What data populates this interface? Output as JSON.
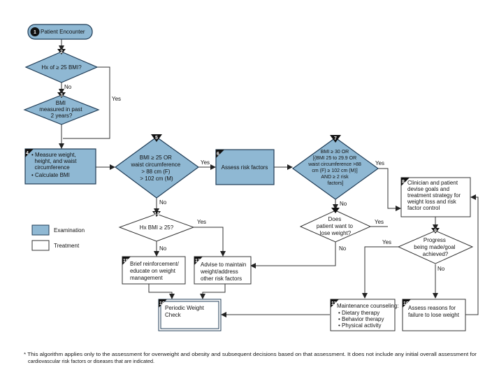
{
  "colors": {
    "exam_fill": "#8fb8d3",
    "exam_stroke": "#1f3b55",
    "line": "#333333",
    "badge": "#111111"
  },
  "nodes": {
    "n1": {
      "num": "1",
      "lines": [
        "Patient Encounter"
      ]
    },
    "n2": {
      "num": "2",
      "lines": [
        "Hx of  ≥ 25 BMI?"
      ]
    },
    "n3": {
      "num": "3",
      "lines": [
        "BMI",
        "measured in past",
        "2 years?"
      ]
    },
    "n4": {
      "num": "4",
      "lines": [
        "• Measure weight,",
        "  height, and waist",
        "  circumference",
        "• Calculate BMI"
      ]
    },
    "n5": {
      "num": "5",
      "lines": [
        "BMI ≥ 25 OR",
        "waist circumference",
        "> 88 cm (F)",
        "> 102 cm (M)"
      ]
    },
    "n6": {
      "num": "6",
      "lines": [
        "Assess risk factors"
      ]
    },
    "n7": {
      "num": "7",
      "lines": [
        "BMI ≥ 30 OR",
        "[(BMI 25 to 29.9 OR",
        "waist circumference >88",
        "cm (F) ≥ 102 cm (M)]",
        "AND ≥ 2 risk",
        "factors]"
      ]
    },
    "n7b": {
      "num": "",
      "lines": [
        "Does",
        "patient want to",
        "lose weight?"
      ]
    },
    "n8": {
      "num": "8",
      "lines": [
        "Clinician and patient",
        "devise goals and",
        "treatment strategy for",
        "weight loss and risk",
        "factor control"
      ]
    },
    "n9": {
      "num": "9",
      "lines": [
        "Progress",
        "being made/goal",
        "achieved?"
      ]
    },
    "n10": {
      "num": "10",
      "lines": [
        "Assess reasons for",
        "failure to lose weight"
      ]
    },
    "n11": {
      "num": "11",
      "lines": [
        "Maintenance counseling:",
        "• Dietary therapy",
        "• Behavior therapy",
        "• Physical activity"
      ]
    },
    "n13": {
      "num": "13",
      "lines": [
        "Advise to maintain",
        "weight/address",
        "other risk factors"
      ]
    },
    "n14": {
      "num": "14",
      "lines": [
        "Hx BMI ≥ 25?"
      ]
    },
    "n15": {
      "num": "15",
      "lines": [
        "Brief reinforcement/",
        "educate on weight",
        "management"
      ]
    },
    "n16": {
      "num": "16",
      "lines": [
        "Periodic Weight",
        "Check"
      ]
    }
  },
  "edge_labels": {
    "yes": "Yes",
    "no": "No"
  },
  "legend": {
    "examination": "Examination",
    "treatment": "Treatment"
  },
  "footnote": [
    "* This algorithm applies only to the assessment for overweight and obesity and subsequent decisions based on that assessment.  It does not include any initial overall assessment for",
    "cardiovascular risk factors or diseases that are indicated."
  ]
}
